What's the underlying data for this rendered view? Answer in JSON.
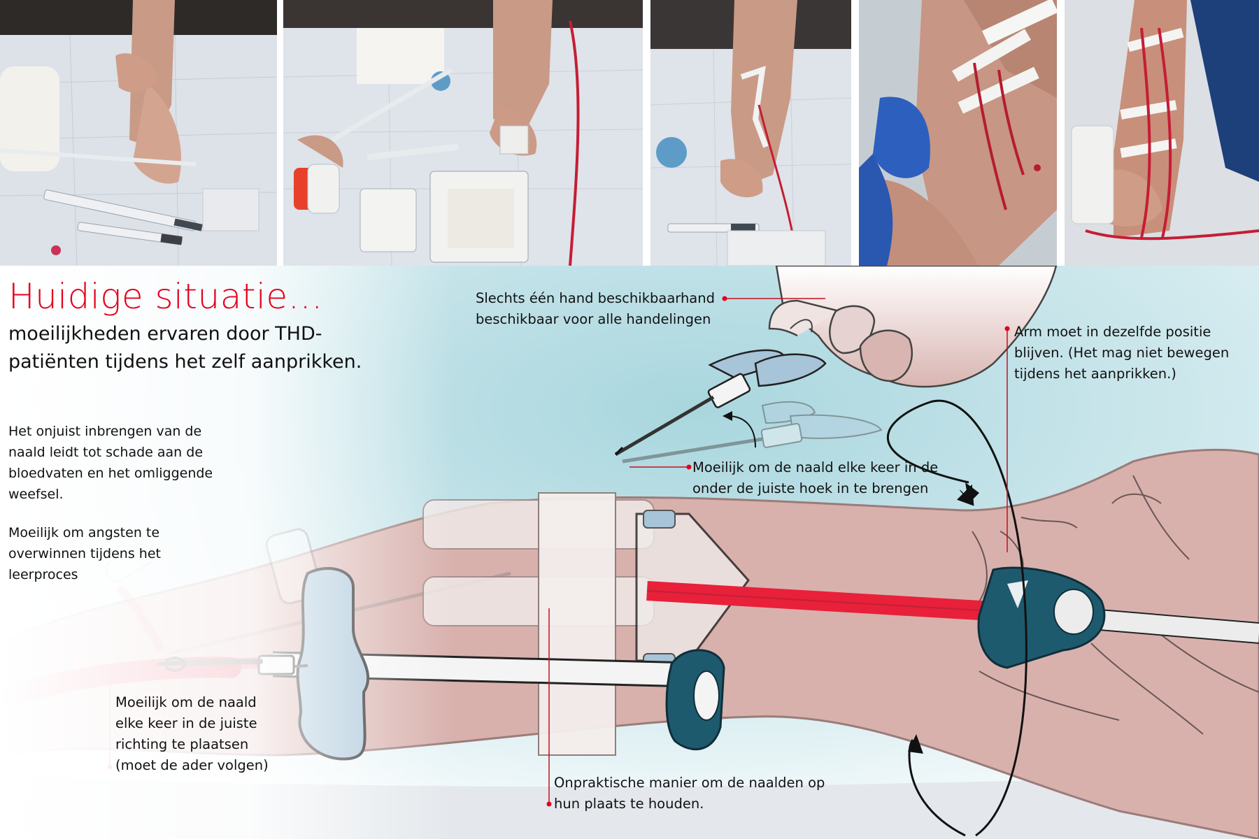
{
  "heading": {
    "title": "Huidige situatie…",
    "subtitle": "moeilijkheden ervaren door THD-patiënten tijdens het zelf aanprikken."
  },
  "notes": {
    "tissue_damage": "Het onjuist inbrengen van de naald leidt tot schade aan de bloedvaten en het omliggende weefsel.",
    "fear": "Moeilijk om angsten te overwinnen tijdens het leerproces"
  },
  "callouts": {
    "one_hand": "Slechts één hand beschikbaarhand beschikbaar voor alle handelingen",
    "arm_position": "Arm moet in dezelfde positie blijven. (Het mag niet bewegen tijdens het aanprikken.)",
    "needle_angle": "Moeilijk om de naald elke keer in de onder de juiste hoek in te brengen",
    "needle_direction": "Moeilijk om de naald elke keer in de juiste richting  te plaatsen (moet de ader volgen)",
    "fixation": "Onpraktische manier om de naalden op hun plaats te houden."
  },
  "photos": [
    {
      "id": "photo-1",
      "subject": "hands-preparing-needle"
    },
    {
      "id": "photo-2",
      "subject": "disinfecting-supplies"
    },
    {
      "id": "photo-3",
      "subject": "arm-with-taped-line"
    },
    {
      "id": "photo-4",
      "subject": "gloved-hand-taping-arm"
    },
    {
      "id": "photo-5",
      "subject": "arm-with-two-needles"
    }
  ],
  "colors": {
    "accent_red": "#e4001d",
    "skin": "#d8b1ad",
    "blood": "#e8203a",
    "wing_blue": "#a7c4d8",
    "clamp_teal": "#1e5a6e"
  }
}
